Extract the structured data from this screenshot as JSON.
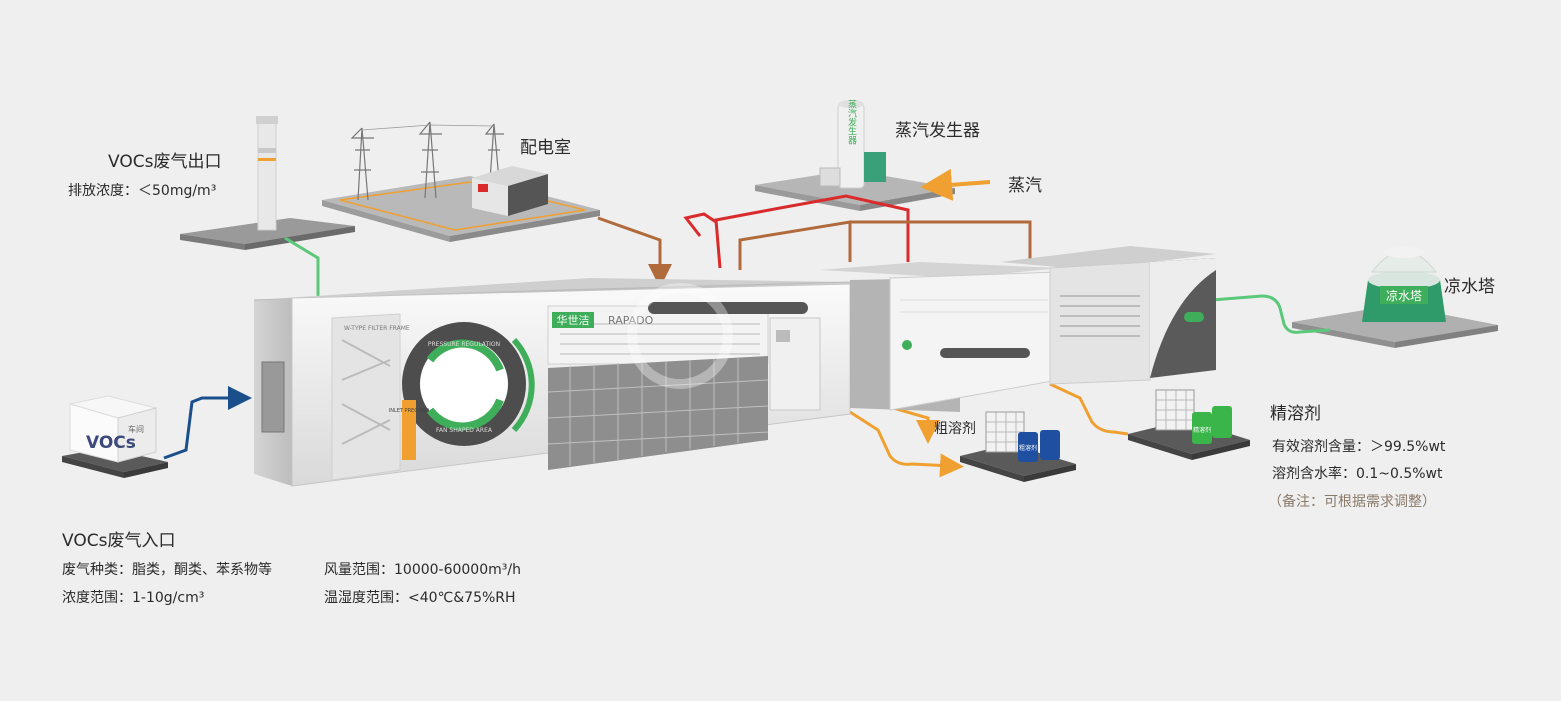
{
  "outlet": {
    "title": "VOCs废气出口",
    "emission": "排放浓度：＜50mg/m³"
  },
  "power_room": {
    "title": "配电室"
  },
  "steam_generator": {
    "title": "蒸汽发生器",
    "tank_label": "蒸汽发生器"
  },
  "steam": {
    "label": "蒸汽"
  },
  "cooling_tower": {
    "title": "凉水塔",
    "sign": "凉水塔"
  },
  "crude_solvent": {
    "title": "粗溶剂",
    "drum_label": "粗溶剂"
  },
  "refined_solvent": {
    "title": "精溶剂",
    "content": "有效溶剂含量：＞99.5%wt",
    "water": "溶剂含水率：0.1~0.5%wt",
    "note": "（备注：可根据需求调整）",
    "drum_label": "精溶剂"
  },
  "inlet": {
    "title": "VOCs废气入口",
    "gas_types": "废气种类：脂类，酮类、苯系物等",
    "concentration": "浓度范围：1-10g/cm³",
    "air_volume": "风量范围：10000-60000m³/h",
    "temp_humidity": "温湿度范围：<40℃&75%RH",
    "box_label": "VOCs",
    "box_tag": "车间"
  },
  "machine": {
    "brand_cn": "华世洁",
    "brand_en": "RAPADO",
    "filter_label": "W-TYPE FILTER FRAME",
    "ring_top": "PRESSURE REGULATION",
    "ring_bottom": "FAN SHAPED AREA",
    "safety": "INLET PRECOND"
  },
  "colors": {
    "green_pipe": "#5cc87a",
    "red_pipe": "#d92b2b",
    "brown_pipe": "#b06a3c",
    "orange_pipe": "#f0a030",
    "blue_pipe": "#1a4f8c",
    "accent_green": "#3fae5a",
    "drum_blue": "#1e4fa0",
    "drum_green": "#39b54a"
  }
}
